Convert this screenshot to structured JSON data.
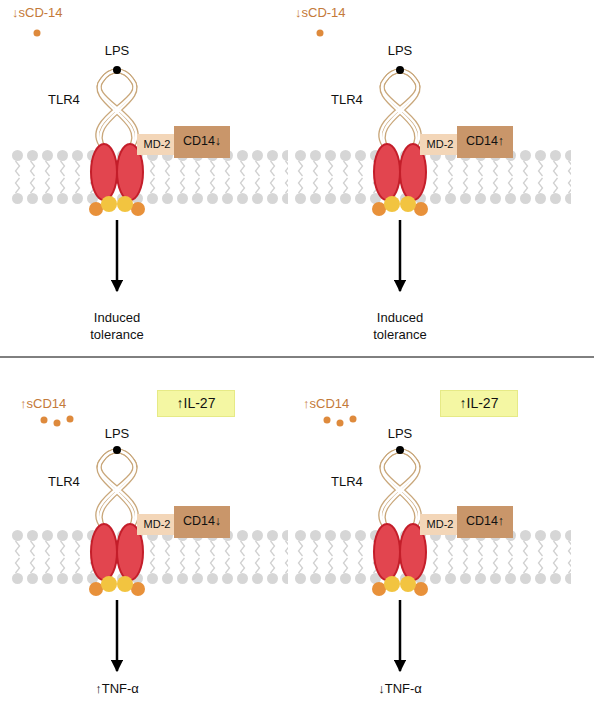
{
  "diagram": {
    "nodes": [
      {
        "text": [
          "MD-2"
        ]
      },
      {
        "text": [
          "CD14↓"
        ]
      },
      {
        "text": [
          "MD-2"
        ]
      },
      {
        "text": [
          "CD14↑"
        ]
      },
      {
        "text": [
          "↑IL-27"
        ]
      },
      {
        "text": [
          "MD-2"
        ]
      },
      {
        "text": [
          "CD14↓"
        ]
      },
      {
        "text": [
          "↑IL-27"
        ]
      },
      {
        "text": [
          "MD-2"
        ]
      },
      {
        "text": [
          "CD14↑"
        ]
      }
    ],
    "labels": [
      "↓sCD-14",
      "LPS",
      "TLR4",
      "Induced tolerance",
      "↓sCD-14",
      "LPS",
      "TLR4",
      "Induced tolerance",
      "↑sCD14",
      "LPS",
      "TLR4",
      "↑TNF-α",
      "↑sCD14",
      "LPS",
      "TLR4",
      "↓TNF-α"
    ]
  }
}
